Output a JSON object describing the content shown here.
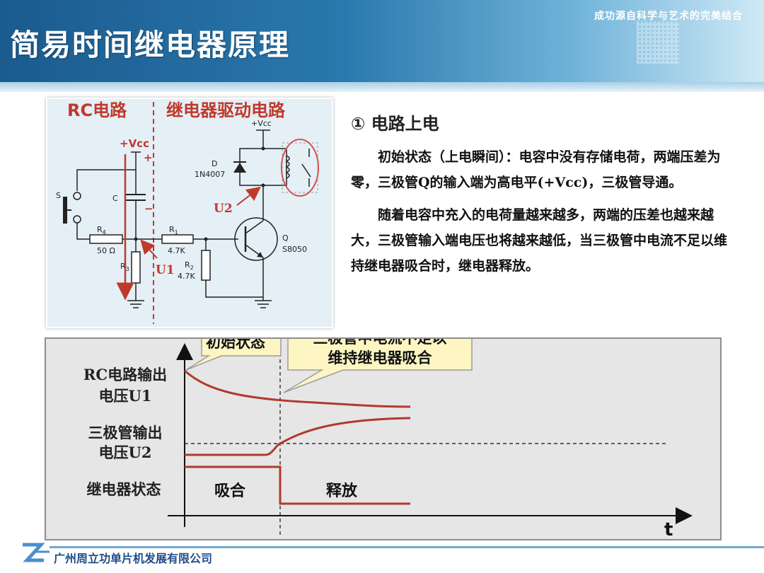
{
  "header": {
    "title": "简易时间继电器原理",
    "slogan": "成功源自科学与艺术的完美结合"
  },
  "circuit": {
    "rc_label": "RC电路",
    "driver_label": "继电器驱动电路",
    "vcc_left": "+Vcc",
    "vcc_top": "+Vcc",
    "plus_sign": "+",
    "minus_sign": "−",
    "switch": "S",
    "capacitor": "C",
    "r4_name": "R",
    "r4_sub": "4",
    "r4_value": "50 Ω",
    "r3_name": "R",
    "r3_sub": "3",
    "r1_name": "R",
    "r1_sub": "1",
    "r1_value": "4.7K",
    "r2_name": "R",
    "r2_sub": "2",
    "r2_value": "4.7K",
    "diode_name": "D",
    "diode_part": "1N4007",
    "transistor_name": "Q",
    "transistor_part": "S8050",
    "u1": "U1",
    "u2": "U2"
  },
  "section": {
    "heading": "①  电路上电",
    "paragraph1": "初始状态（上电瞬间）：电容中没有存储电荷，两端压差为零，三极管Q的输入端为高电平(+Vcc)，三极管导通。",
    "paragraph2": "随着电容中充入的电荷量越来越多，两端的压差也越来越大，三极管输入端电压也将越来越低，当三极管中电流不足以维持继电器吸合时，继电器释放。"
  },
  "timing": {
    "rc_label_line1": "RC电路输出",
    "rc_label_line2": "电压U1",
    "tr_label_line1": "三极管输出",
    "tr_label_line2": "电压U2",
    "relay_label": "继电器状态",
    "state_on": "吸合",
    "state_off": "释放",
    "axis_t": "t",
    "callout1": "初始状态",
    "callout2_line1": "三极管中电流不足以",
    "callout2_line2": "维持继电器吸合"
  },
  "footer": {
    "company": "广州周立功单片机发展有限公司"
  },
  "colors": {
    "accent_red": "#c0392b",
    "header_blue": "#1b5b8e",
    "callout_fill": "#fdf6c3"
  }
}
